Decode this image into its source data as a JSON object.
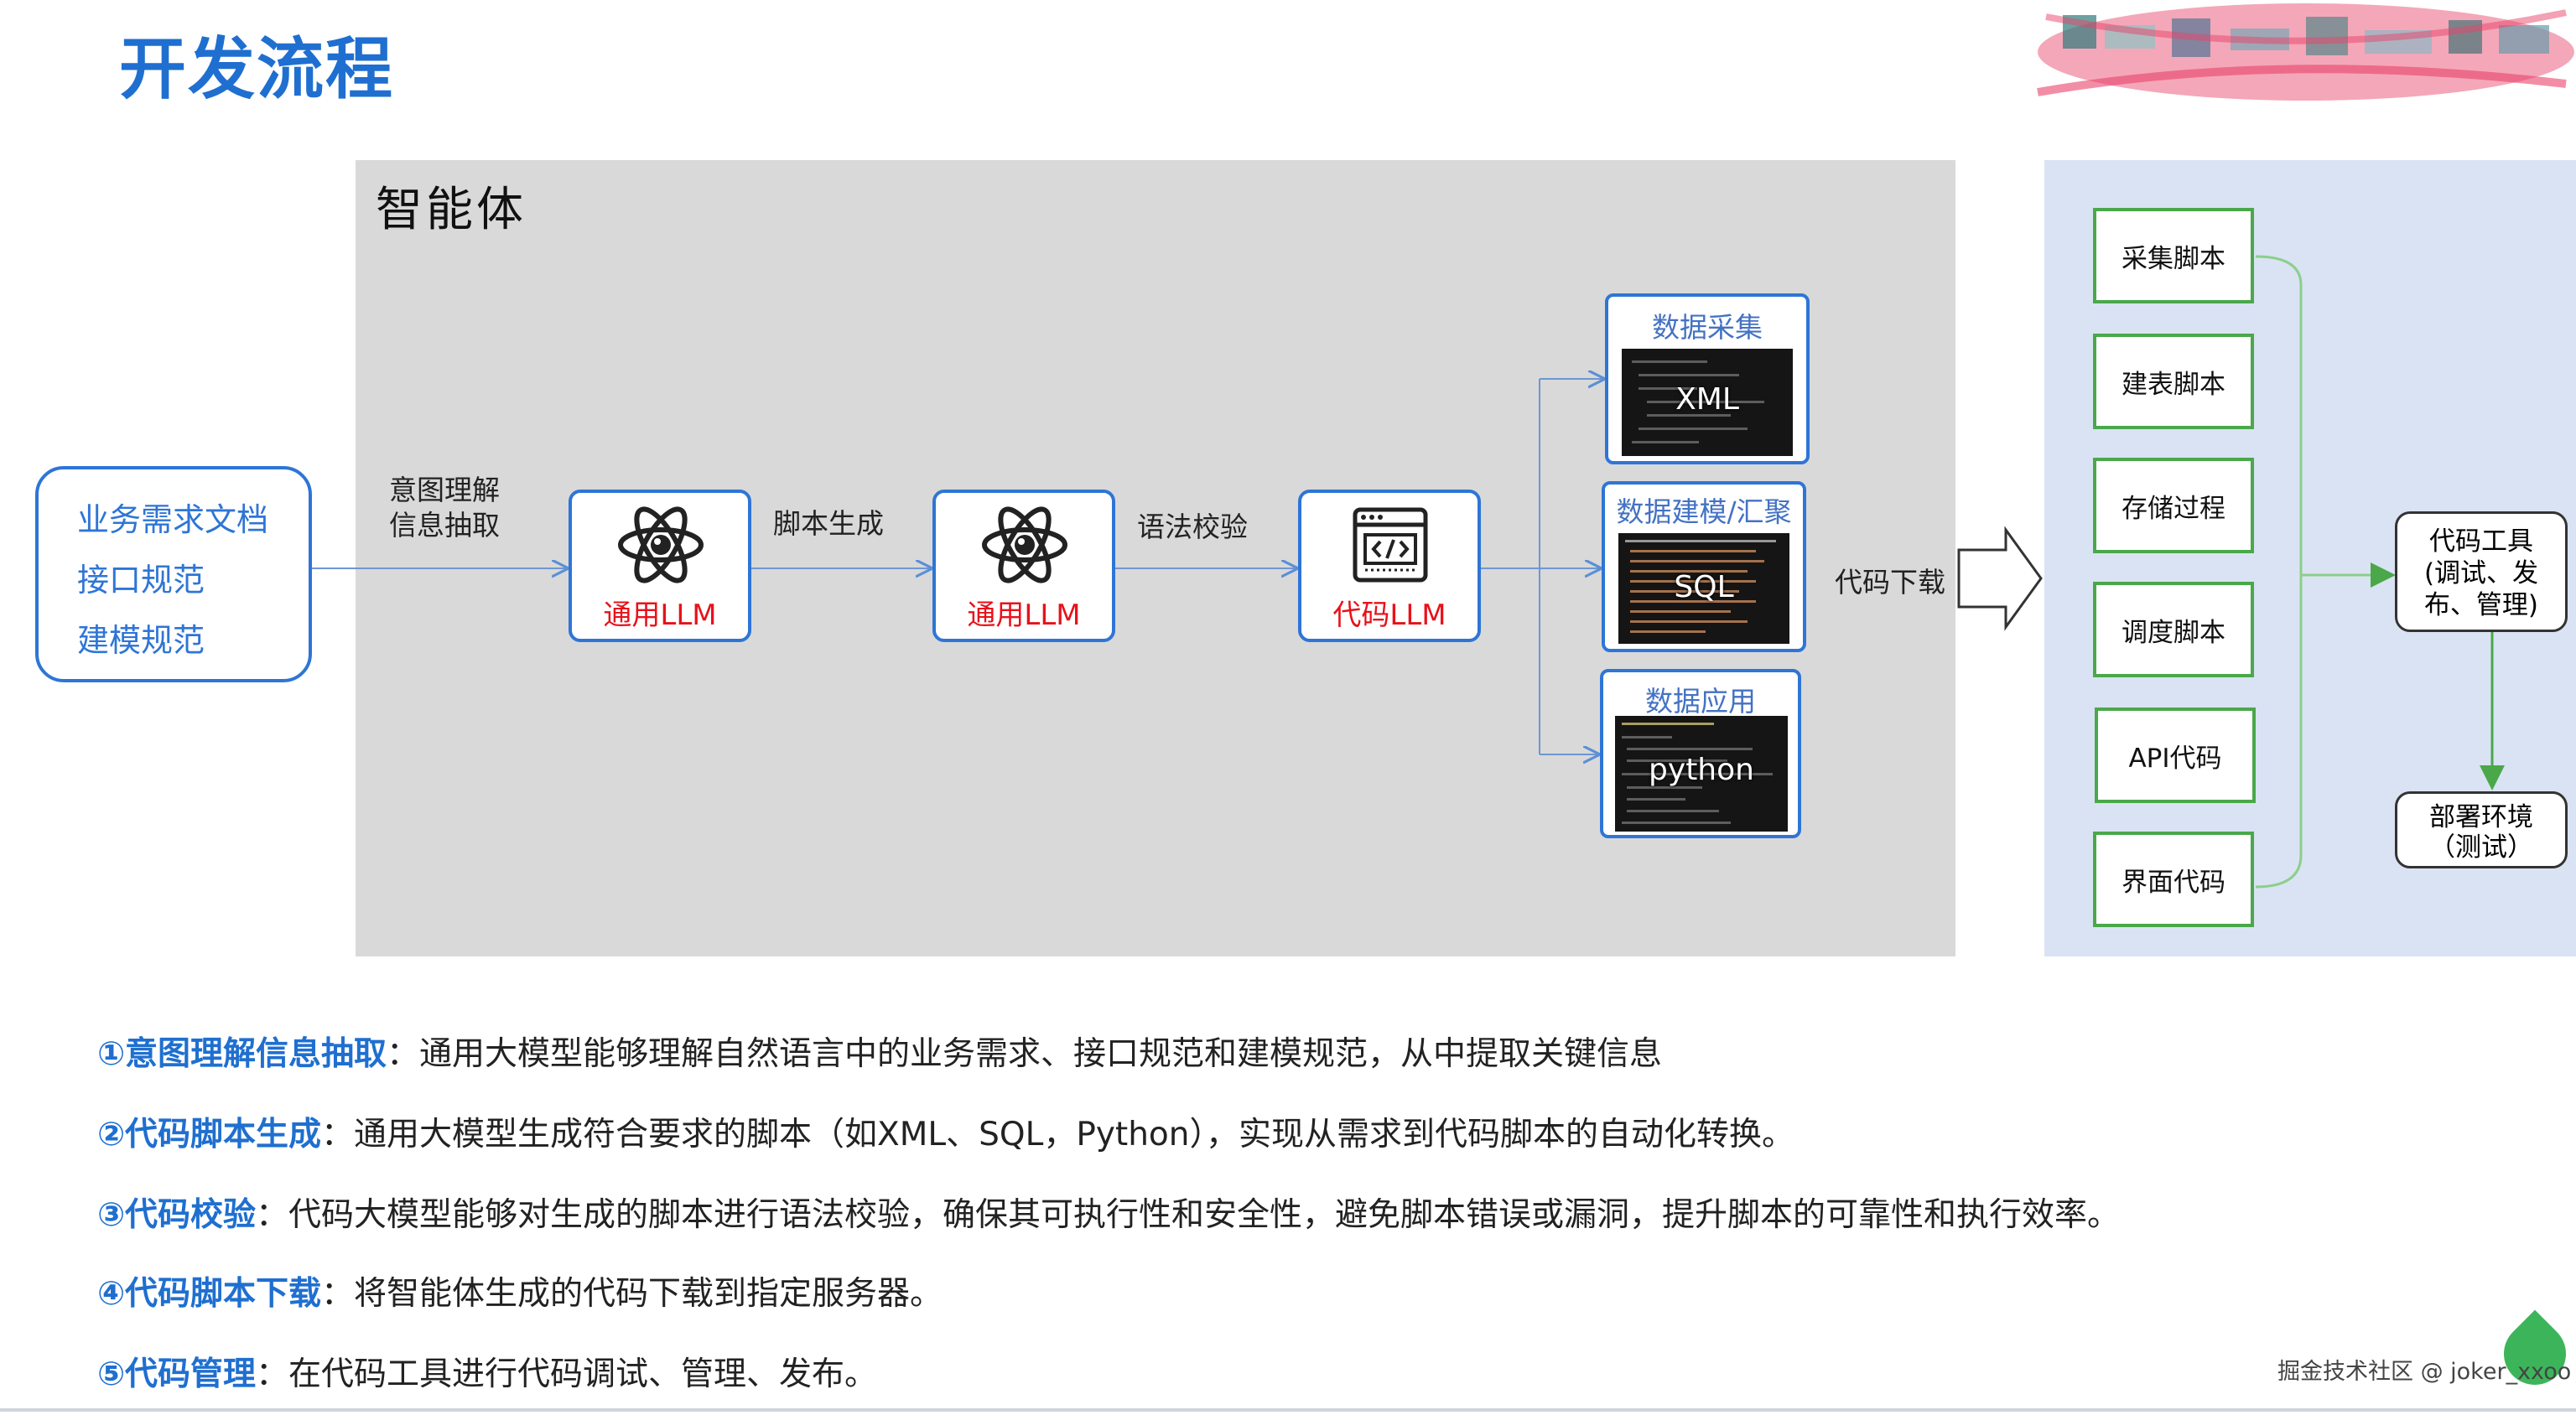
{
  "page": {
    "title": "开发流程"
  },
  "agent": {
    "title": "智能体"
  },
  "requirements": {
    "lines": [
      "业务需求文档",
      "接口规范",
      "建模规范"
    ]
  },
  "flow_labels": {
    "intent": [
      "意图理解",
      "信息抽取"
    ],
    "script_gen": "脚本生成",
    "syntax_check": "语法校验",
    "download": "代码下载"
  },
  "llm_boxes": [
    {
      "label": "通用LLM",
      "icon": "atom-icon"
    },
    {
      "label": "通用LLM",
      "icon": "atom-icon"
    },
    {
      "label": "代码LLM",
      "icon": "code-window-icon"
    }
  ],
  "data_outputs": [
    {
      "title": "数据采集",
      "code_word": "XML"
    },
    {
      "title": "数据建模/汇聚",
      "code_word": "SQL"
    },
    {
      "title": "数据应用",
      "code_word": "python"
    }
  ],
  "scripts": [
    "采集脚本",
    "建表脚本",
    "存储过程",
    "调度脚本",
    "API代码",
    "界面代码"
  ],
  "code_tool": {
    "lines": [
      "代码工具",
      "(调试、发",
      "布、管理)"
    ]
  },
  "deploy": {
    "lines": [
      "部署环境",
      "（测试）"
    ]
  },
  "notes": [
    {
      "head": "①意图理解信息抽取",
      "sep": "：",
      "body": "通用大模型能够理解自然语言中的业务需求、接口规范和建模规范，从中提取关键信息"
    },
    {
      "head": "②代码脚本生成",
      "sep": "：",
      "body": "通用大模型生成符合要求的脚本（如XML、SQL，Python），实现从需求到代码脚本的自动化转换。"
    },
    {
      "head": "③代码校验",
      "sep": "：",
      "body": "代码大模型能够对生成的脚本进行语法校验，确保其可执行性和安全性，避免脚本错误或漏洞，提升脚本的可靠性和执行效率。"
    },
    {
      "head": "④代码脚本下载",
      "sep": "：",
      "body": "将智能体生成的代码下载到指定服务器。"
    },
    {
      "head": "⑤代码管理",
      "sep": "：",
      "body": "在代码工具进行代码调试、管理、发布。"
    }
  ],
  "watermark": "掘金技术社区 @ joker_xxoo",
  "colors": {
    "accent_blue": "#1f6fd0",
    "llm_label_red": "#e8111a",
    "script_border_green": "#4aa84a",
    "agent_panel_gray": "#d9d9d9",
    "tool_panel_blue": "#dae3f3"
  }
}
